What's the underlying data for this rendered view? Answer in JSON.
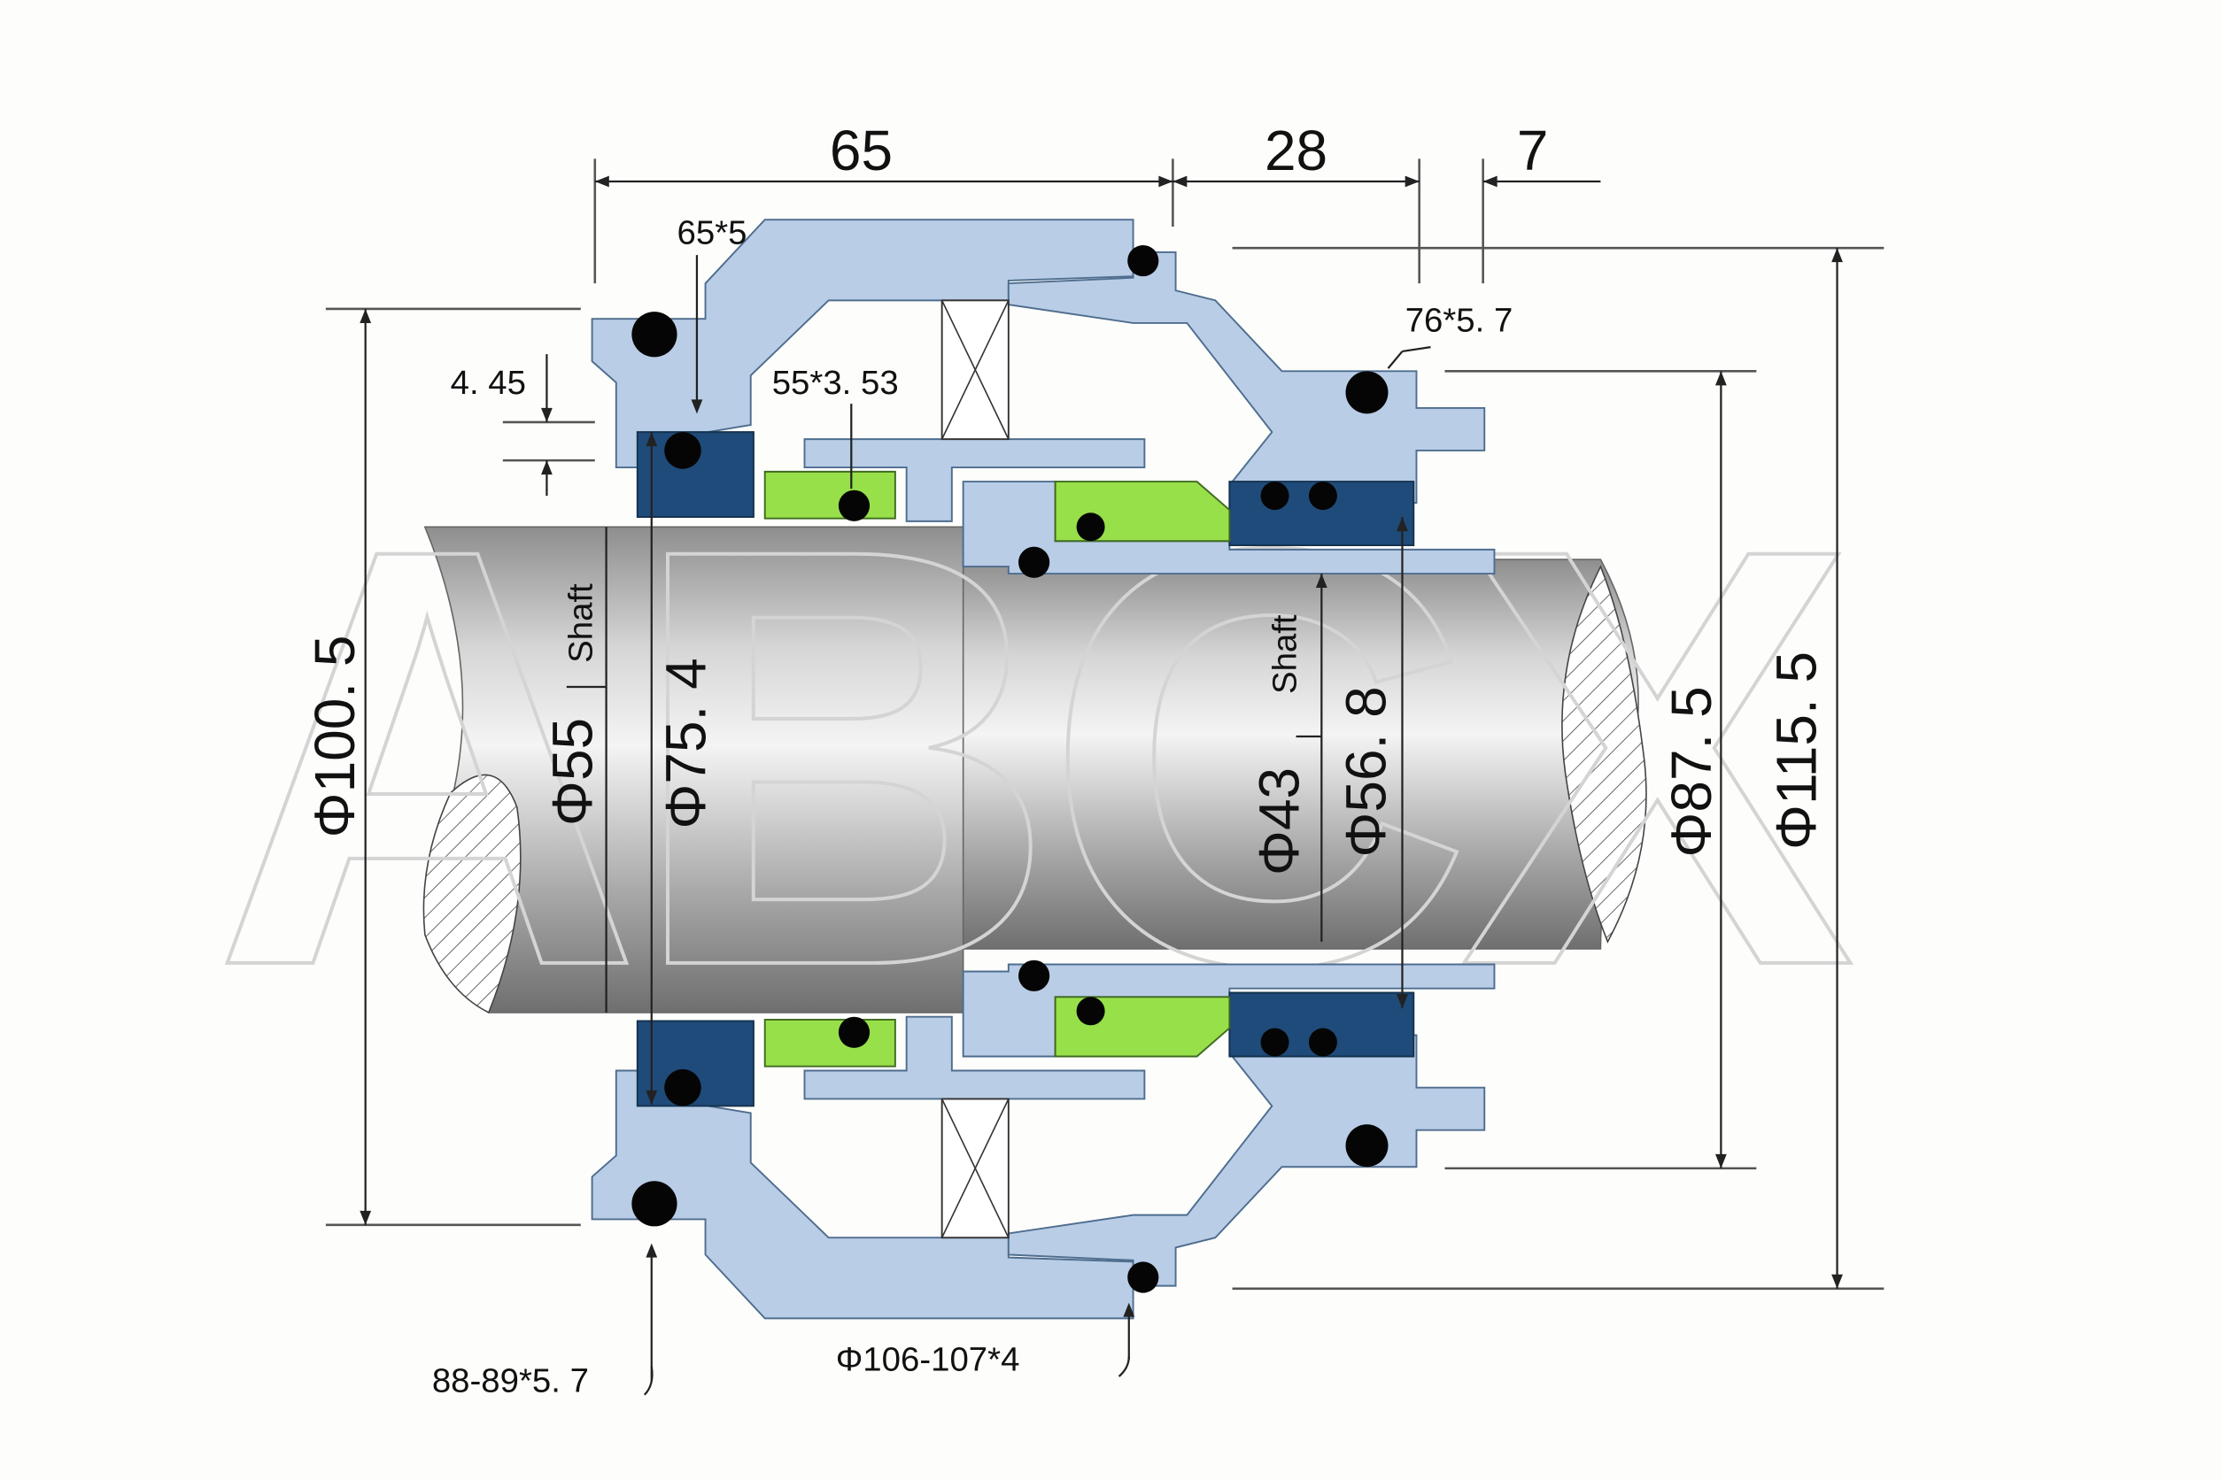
{
  "watermark": "ABCX",
  "dimensions": {
    "length_1": "65",
    "length_2": "28",
    "length_3": "7",
    "gap": "4. 45",
    "dia_100_5": "Φ100. 5",
    "dia_55": "Φ55",
    "shaft_left": "Shaft",
    "dia_75_4": "Φ75. 4",
    "dia_43": "Φ43",
    "shaft_right": "Shaft",
    "dia_56_8": "Φ56. 8",
    "dia_87_5": "Φ87. 5",
    "dia_115_5": "Φ115. 5"
  },
  "orings": {
    "o_65x5": "65*5",
    "o_55x3_53": "55*3. 53",
    "o_76x5_7": "76*5. 7",
    "o_88_89x5_7": "88-89*5. 7",
    "o_106_107x4": "Φ106-107*4"
  },
  "colors": {
    "metal_part": "#b9cde6",
    "seat": "#1f4b7a",
    "seal_face": "#98e04a",
    "oring": "#050505"
  }
}
